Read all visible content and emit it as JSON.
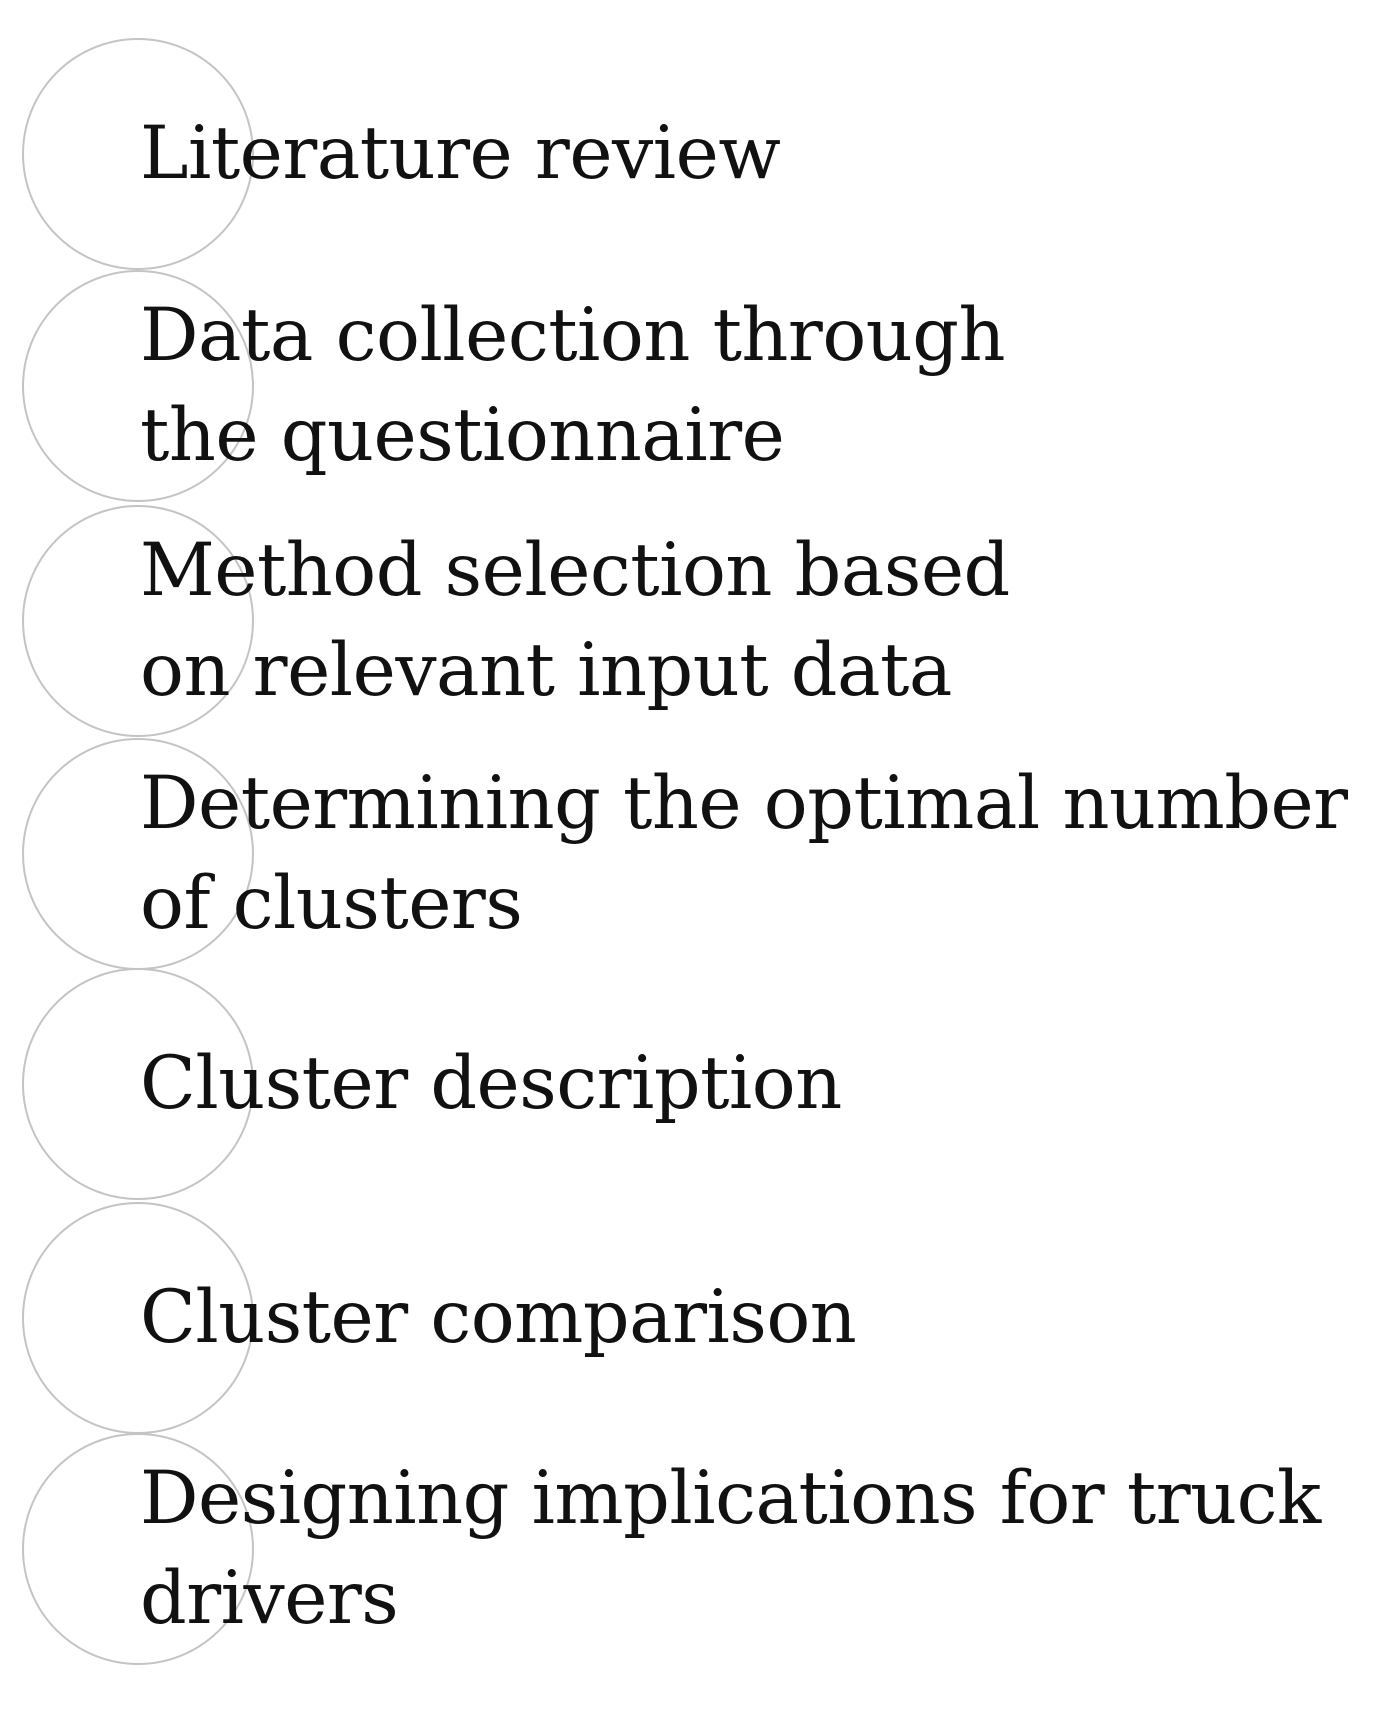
{
  "steps": [
    {
      "label": "Literature review"
    },
    {
      "label": "Data collection through the questionnaire"
    },
    {
      "label": "Method selection based on relevant input data"
    },
    {
      "label": "Determining the optimal number of clusters"
    },
    {
      "label": "Cluster description"
    },
    {
      "label": "Cluster comparison"
    },
    {
      "label": "Designing implications for truck drivers"
    }
  ],
  "colors": {
    "circle_border": "#c4c4c4",
    "text": "#111111",
    "background": "#ffffff"
  }
}
